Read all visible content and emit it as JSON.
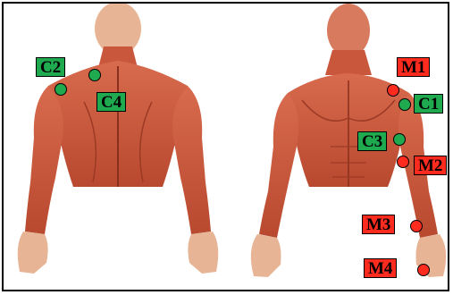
{
  "labels": {
    "c1": "C1",
    "c2": "C2",
    "c3": "C3",
    "c4": "C4",
    "m1": "M1",
    "m2": "M2",
    "m3": "M3",
    "m4": "M4"
  },
  "colors": {
    "green": "#1faa4f",
    "red": "#ff2b1f",
    "skin": "#e9b08f",
    "muscle": "#c9573c",
    "muscle_dark": "#a63d26",
    "background": "#ffffff",
    "border": "#000000"
  }
}
